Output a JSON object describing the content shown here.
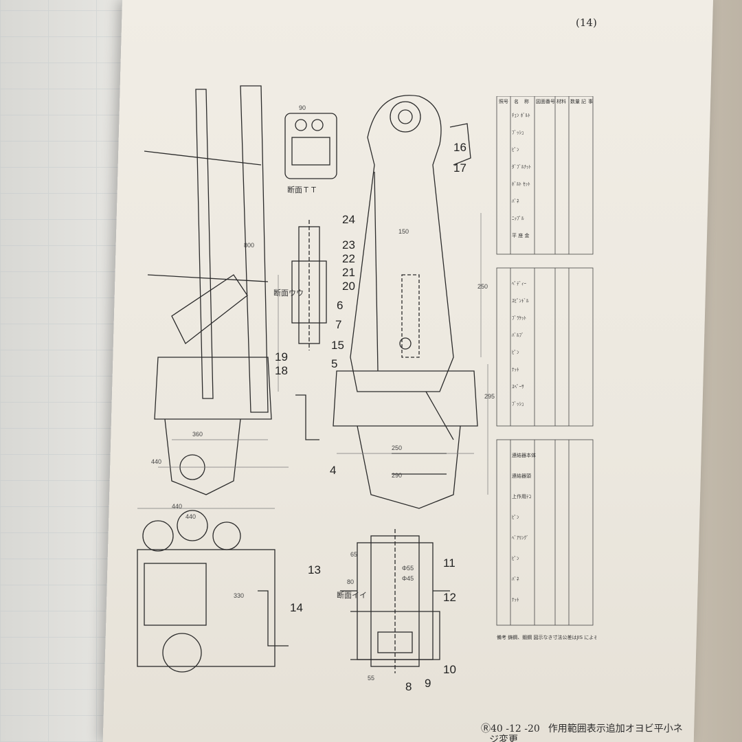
{
  "page": {
    "number": "(14)"
  },
  "caption": {
    "stamp": "Ⓡ40 -12 -20",
    "line1": "作用範囲表示追加オヨビ平小ネ",
    "line2": "ジ変更"
  },
  "sections": {
    "tt": "断面ＴＴ",
    "uu": "断面ウウ",
    "ii": "断面イイ"
  },
  "part_labels": [
    "24",
    "23",
    "22",
    "21",
    "20",
    "6",
    "7",
    "15",
    "19",
    "18",
    "5",
    "4",
    "16",
    "17",
    "11",
    "12",
    "13",
    "14",
    "10",
    "9",
    "8"
  ],
  "dimensions": [
    "800",
    "440",
    "360",
    "250",
    "290",
    "295",
    "250",
    "150",
    "330",
    "440",
    "90",
    "55",
    "80",
    "65",
    "Φ55",
    "Φ45",
    "440"
  ],
  "tables": {
    "headers": [
      "照号",
      "名",
      "称",
      "図面番号",
      "材料",
      "数量",
      "記",
      "事"
    ],
    "rows_upper": [
      "ﾁｪﾝ ﾎﾞﾙﾄ",
      "ﾌﾞｯｼｭ",
      "ﾋﾟﾝ",
      "ﾀﾞﾌﾞﾙﾅｯﾄ",
      "ﾎﾞﾙﾄ ｾｯﾄ",
      "ﾊﾞﾈ",
      "ﾆｯﾌﾟﾙ",
      "平 座 金"
    ],
    "rows_middle": [
      "ﾍﾟﾃﾞｨｰ",
      "ｽﾋﾟﾝﾄﾞﾙ",
      "ﾌﾞﾗｹｯﾄ",
      "ﾊﾞﾙﾌﾞ",
      "ﾋﾟﾝ",
      "ﾅｯﾄ",
      "ｽﾍﾟｰｻ",
      "ﾌﾞｯｼｭ"
    ],
    "rows_lower": [
      "連結器本体",
      "連結器頭",
      "上作用ﾃｺ",
      "ﾋﾟﾝ",
      "ﾍﾞｱﾘﾝｸﾞ",
      "ﾋﾟﾝ",
      "ﾊﾞﾈ",
      "ﾅｯﾄ"
    ],
    "note": "備考 鋳鋼、鍛鋼 図示なき寸法公差はJIS による"
  },
  "colors": {
    "paper": "#efebe3",
    "ink": "#2a2a2a",
    "faint": "#9aa1a6"
  }
}
